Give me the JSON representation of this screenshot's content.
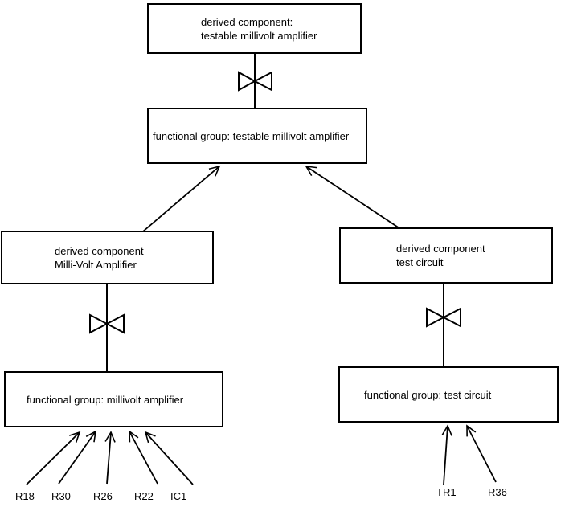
{
  "colors": {
    "background": "#ffffff",
    "line": "#000000",
    "text": "#000000"
  },
  "nodes": {
    "derived_testable": {
      "line1": "derived component:",
      "line2": "testable millivolt amplifier"
    },
    "fg_testable": {
      "label": "functional group: testable millivolt amplifier"
    },
    "derived_millivolt": {
      "line1": "derived component",
      "line2": "Milli-Volt Amplifier"
    },
    "fg_millivolt": {
      "label": "functional group: millivolt amplifier"
    },
    "derived_test": {
      "line1": "derived component",
      "line2": "test circuit"
    },
    "fg_test": {
      "label": "functional group: test circuit"
    }
  },
  "components_left": [
    "R18",
    "R30",
    "R26",
    "R22",
    "IC1"
  ],
  "components_right": [
    "TR1",
    "R36"
  ]
}
